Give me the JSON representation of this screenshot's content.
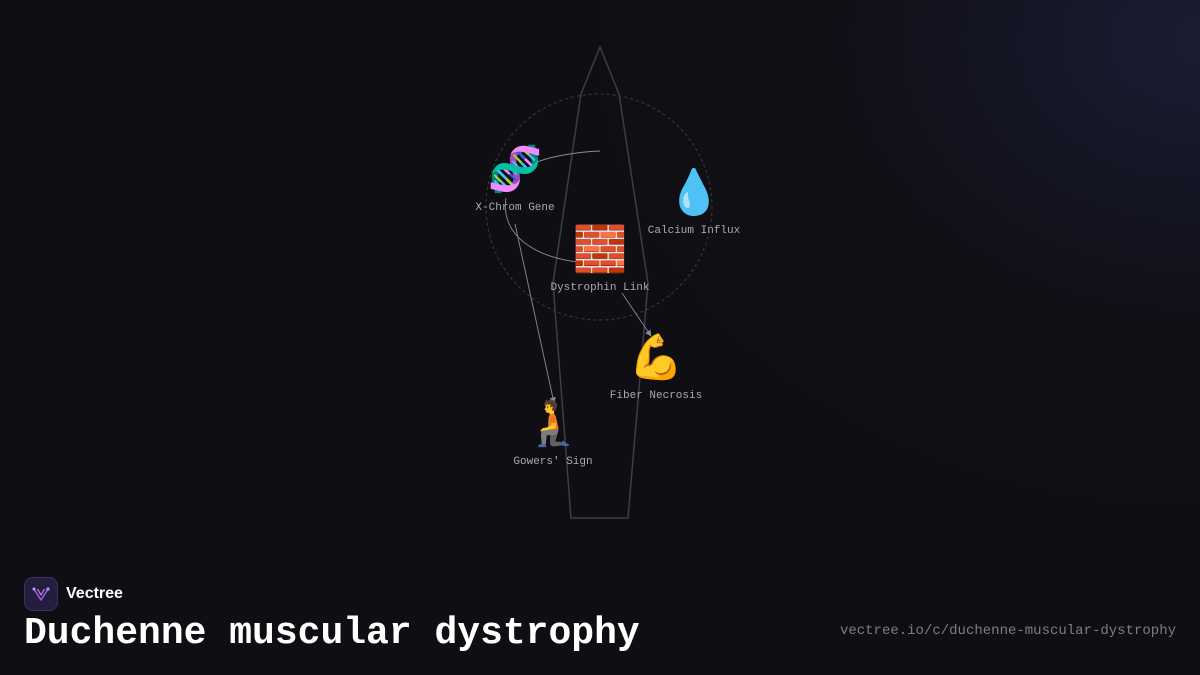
{
  "brand": {
    "name": "Vectree"
  },
  "title": "Duchenne muscular dystrophy",
  "url": "vectree.io/c/duchenne-muscular-dystrophy",
  "nodes": [
    {
      "id": "x-chrom-gene",
      "label": "X-Chrom Gene",
      "icon": "dna-icon",
      "emoji": "🧬"
    },
    {
      "id": "calcium-influx",
      "label": "Calcium Influx",
      "icon": "droplet-icon",
      "emoji": "💧"
    },
    {
      "id": "dystrophin-link",
      "label": "Dystrophin Link",
      "icon": "brick-icon",
      "emoji": "🧱"
    },
    {
      "id": "fiber-necrosis",
      "label": "Fiber Necrosis",
      "icon": "flexed-biceps-icon",
      "emoji": "💪"
    },
    {
      "id": "gowers-sign",
      "label": "Gowers' Sign",
      "icon": "kneeling-person-icon",
      "emoji": "🧎"
    }
  ],
  "colors": {
    "background": "#0f0f13",
    "label": "#a9a9b2",
    "title": "#ffffff",
    "url": "#7c7c86",
    "connector": "#8a8a92",
    "outline": "#3d3d44",
    "brand_accent": "#a25ee6"
  }
}
